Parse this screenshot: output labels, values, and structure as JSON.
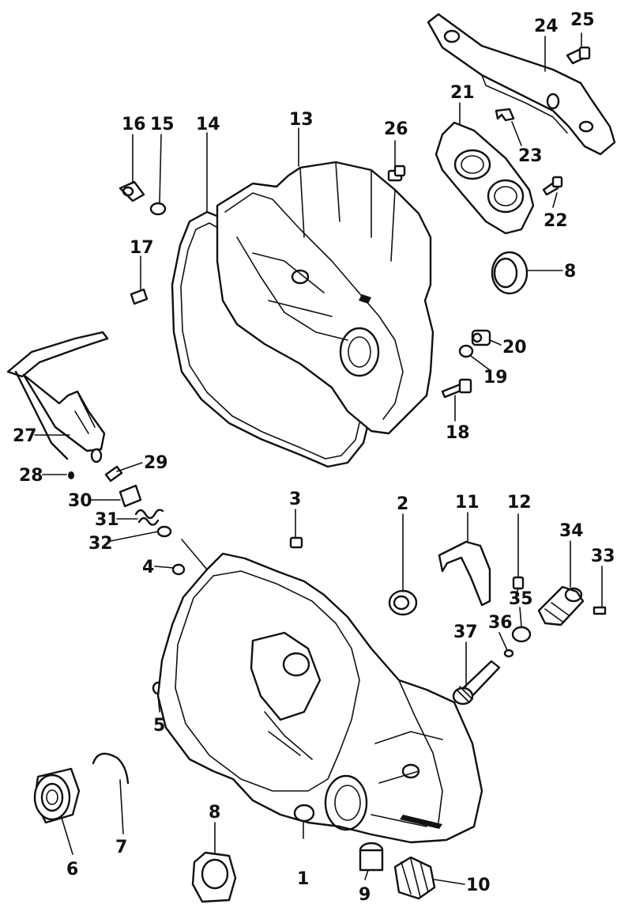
{
  "diagram": {
    "labels": {
      "p1": "1",
      "p2": "2",
      "p3": "3",
      "p4": "4",
      "p5": "5",
      "p6": "6",
      "p7": "7",
      "p8a": "8",
      "p8b": "8",
      "p9": "9",
      "p10": "10",
      "p11": "11",
      "p12": "12",
      "p13": "13",
      "p14": "14",
      "p15": "15",
      "p16": "16",
      "p17": "17",
      "p18": "18",
      "p19": "19",
      "p20": "20",
      "p21": "21",
      "p22": "22",
      "p23": "23",
      "p24": "24",
      "p25": "25",
      "p26": "26",
      "p27": "27",
      "p28": "28",
      "p29": "29",
      "p30": "30",
      "p31": "31",
      "p32": "32",
      "p33": "33",
      "p34": "34",
      "p35": "35",
      "p36": "36",
      "p37": "37"
    }
  }
}
